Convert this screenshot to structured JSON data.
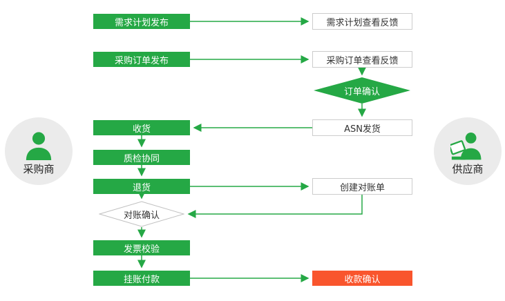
{
  "actors": {
    "buyer": {
      "label": "采购商",
      "icon": "person-icon"
    },
    "supplier": {
      "label": "供应商",
      "icon": "person-laptop-icon"
    }
  },
  "nodes": {
    "demand_plan_publish": "需求计划发布",
    "demand_plan_feedback": "需求计划查看反馈",
    "po_publish": "采购订单发布",
    "po_feedback": "采购订单查看反馈",
    "order_confirm": "订单确认",
    "asn_ship": "ASN发货",
    "receive_goods": "收货",
    "quality_collab": "质检协同",
    "return_goods": "退货",
    "create_statement": "创建对账单",
    "reconcile_confirm": "对账确认",
    "invoice_check": "发票校验",
    "book_payment": "挂账付款",
    "receipt_confirm": "收款确认"
  },
  "edges": [
    {
      "from": "需求计划发布",
      "to": "需求计划查看反馈"
    },
    {
      "from": "采购订单发布",
      "to": "采购订单查看反馈"
    },
    {
      "from": "采购订单查看反馈",
      "to": "订单确认"
    },
    {
      "from": "订单确认",
      "to": "ASN发货"
    },
    {
      "from": "ASN发货",
      "to": "收货"
    },
    {
      "from": "收货",
      "to": "质检协同"
    },
    {
      "from": "质检协同",
      "to": "退货"
    },
    {
      "from": "退货",
      "to": "创建对账单"
    },
    {
      "from": "退货",
      "to": "对账确认"
    },
    {
      "from": "创建对账单",
      "to": "对账确认"
    },
    {
      "from": "对账确认",
      "to": "发票校验"
    },
    {
      "from": "发票校验",
      "to": "挂账付款"
    },
    {
      "from": "挂账付款",
      "to": "收款确认"
    }
  ],
  "colors": {
    "green": "#25A845",
    "red": "#F9552D",
    "white_box_border": "#CCCCCC",
    "circle_bg": "#EBEBEB",
    "text_dark": "#333333"
  }
}
